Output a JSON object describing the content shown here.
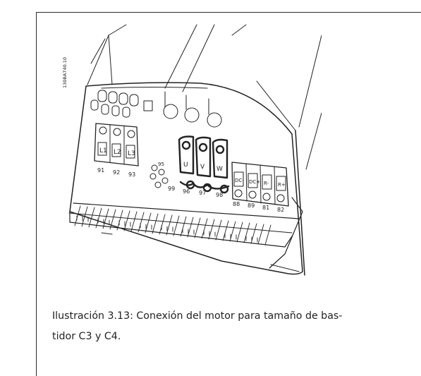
{
  "figure": {
    "code": "130BA740.10",
    "terminals_top": [
      "L1",
      "L2",
      "L3"
    ],
    "terminals_motor": [
      "U",
      "V",
      "W"
    ],
    "terminals_right": [
      "DC-",
      "DC+",
      "R-",
      "R+"
    ],
    "numbers_bottom": [
      "91",
      "92",
      "93",
      "99",
      "96",
      "97",
      "98",
      "88",
      "89",
      "81",
      "82"
    ],
    "numbers_misc": [
      "95"
    ]
  },
  "caption": {
    "line1": "Ilustración 3.13: Conexión del motor para tamaño de bas-",
    "line2": "tidor C3 y C4."
  }
}
